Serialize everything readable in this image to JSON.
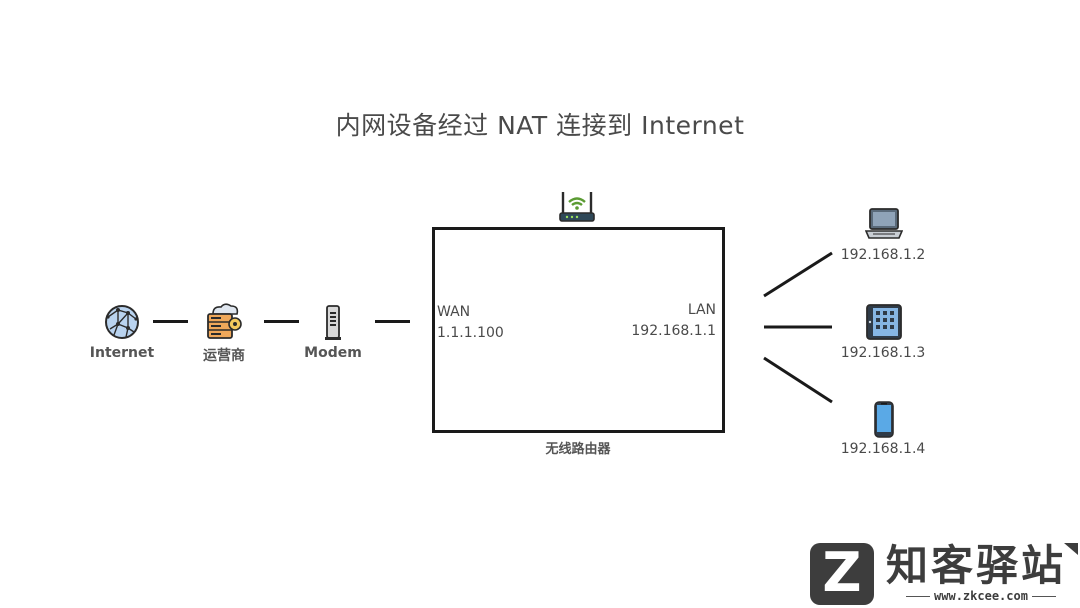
{
  "title": "内网设备经过 NAT 连接到 Internet",
  "chain": {
    "internet": {
      "label": "Internet",
      "icon": "globe-icon"
    },
    "isp": {
      "label": "运营商",
      "icon": "server-icon"
    },
    "modem": {
      "label": "Modem",
      "icon": "modem-icon"
    }
  },
  "router": {
    "label": "无线路由器",
    "icon": "wifi-router-icon",
    "wan": {
      "label": "WAN",
      "ip": "1.1.1.100"
    },
    "lan": {
      "label": "LAN",
      "ip": "192.168.1.1"
    }
  },
  "devices": [
    {
      "ip": "192.168.1.2",
      "icon": "laptop-icon"
    },
    {
      "ip": "192.168.1.3",
      "icon": "tablet-icon"
    },
    {
      "ip": "192.168.1.4",
      "icon": "phone-icon"
    }
  ],
  "logo": {
    "letter": "Z",
    "name": "知客驿站",
    "url": "www.zkcee.com"
  },
  "colors": {
    "line": "#1a1a1a",
    "text": "#4a4a4a",
    "logo": "#3d3d3d"
  }
}
